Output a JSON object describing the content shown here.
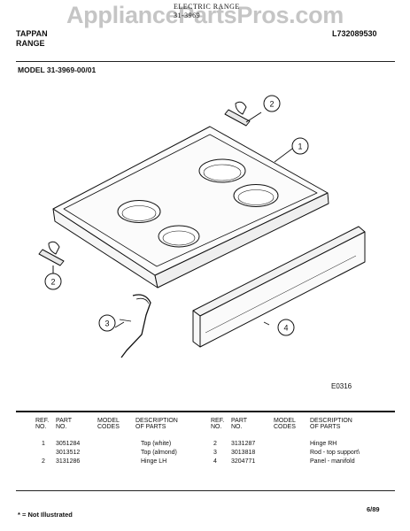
{
  "watermark": "AppliancePartsPros.com",
  "header": {
    "line1": "ELECTRIC RANGE",
    "line2": "31-3969",
    "brand": "TAPPAN",
    "product": "RANGE",
    "code": "L732089530",
    "model": "MODEL 31-3969-00/01"
  },
  "diagram": {
    "callouts": [
      "1",
      "2",
      "2",
      "3",
      "4"
    ],
    "figure_code": "E0316"
  },
  "table": {
    "headers": {
      "ref": [
        "REF.",
        "NO."
      ],
      "part": [
        "PART",
        "NO."
      ],
      "model": [
        "MODEL",
        "CODES"
      ],
      "desc": [
        "DESCRIPTION",
        "OF PARTS"
      ]
    },
    "left_rows": [
      {
        "ref": "1",
        "part": "3051284",
        "codes": "",
        "desc": "Top (white)"
      },
      {
        "ref": "",
        "part": "3013512",
        "codes": "",
        "desc": "Top (almond)"
      },
      {
        "ref": "2",
        "part": "3131286",
        "codes": "",
        "desc": "Hinge LH"
      }
    ],
    "right_rows": [
      {
        "ref": "2",
        "part": "3131287",
        "codes": "",
        "desc": "Hinge RH"
      },
      {
        "ref": "3",
        "part": "3013818",
        "codes": "",
        "desc": "Rod - top support\\"
      },
      {
        "ref": "4",
        "part": "3204771",
        "codes": "",
        "desc": "Panel - manifold"
      }
    ]
  },
  "footer": {
    "note": "* = Not Illustrated",
    "date": "6/89"
  }
}
